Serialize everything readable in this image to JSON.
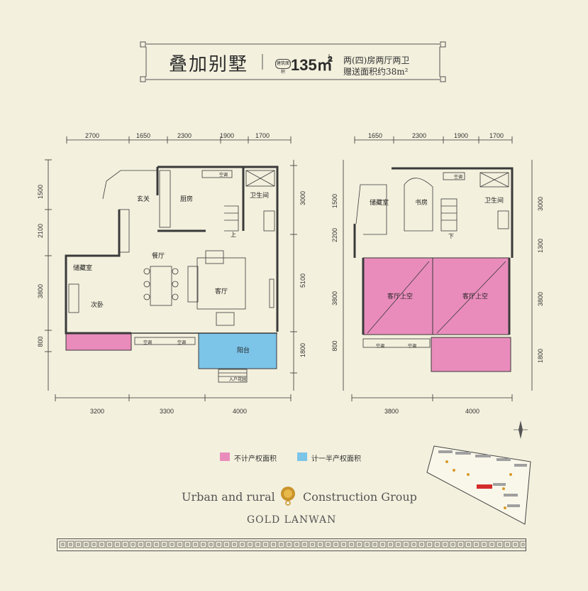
{
  "header": {
    "title": "叠加别墅",
    "area_badge": "建筑面积",
    "area": "135㎡",
    "line1": "两(四)房两厅两卫",
    "line2": "赠送面积约38m²"
  },
  "plan_left": {
    "top_dims": [
      "2700",
      "1650",
      "2300",
      "1900",
      "1700"
    ],
    "bottom_dims": [
      "3200",
      "3300",
      "4000"
    ],
    "left_dims": [
      "1500",
      "2100",
      "3800",
      "800"
    ],
    "right_dims": [
      "3000",
      "5100",
      "1800"
    ],
    "rooms": {
      "entry": "玄关",
      "kitchen": "厨房",
      "bath": "卫生间",
      "dining": "餐厅",
      "storage": "储藏室",
      "living": "客厅",
      "bedroom": "次卧",
      "balcony": "阳台",
      "up": "上",
      "ac1": "空调",
      "ac2": "空调",
      "ac3": "空调",
      "entrance": "入户花园"
    }
  },
  "plan_right": {
    "top_dims": [
      "1650",
      "2300",
      "1900",
      "1700"
    ],
    "bottom_dims": [
      "3800",
      "4000"
    ],
    "left_dims": [
      "1500",
      "2200",
      "3800",
      "800"
    ],
    "right_dims": [
      "3000",
      "1300",
      "3800",
      "1800"
    ],
    "rooms": {
      "storage": "储藏室",
      "study": "书房",
      "bath": "卫生间",
      "void1": "客厅上空",
      "void2": "客厅上空",
      "down": "下",
      "ac1": "空调",
      "ac2": "空调",
      "ac3": "空调"
    }
  },
  "legend": [
    {
      "label": "不计产权面积",
      "color": "#e98cbc"
    },
    {
      "label": "计一半产权面积",
      "color": "#7cc4e8"
    }
  ],
  "brand": {
    "left": "Urban and rural",
    "right": "Construction Group",
    "sub": "GOLD  LANWAN"
  },
  "colors": {
    "pink": "#e98cbc",
    "blue": "#7cc4e8",
    "wall": "#3a3a3a",
    "background": "#f3f0dd"
  },
  "icons": [
    "north-arrow-icon",
    "gold-lion-logo-icon",
    "site-plan-icon"
  ]
}
